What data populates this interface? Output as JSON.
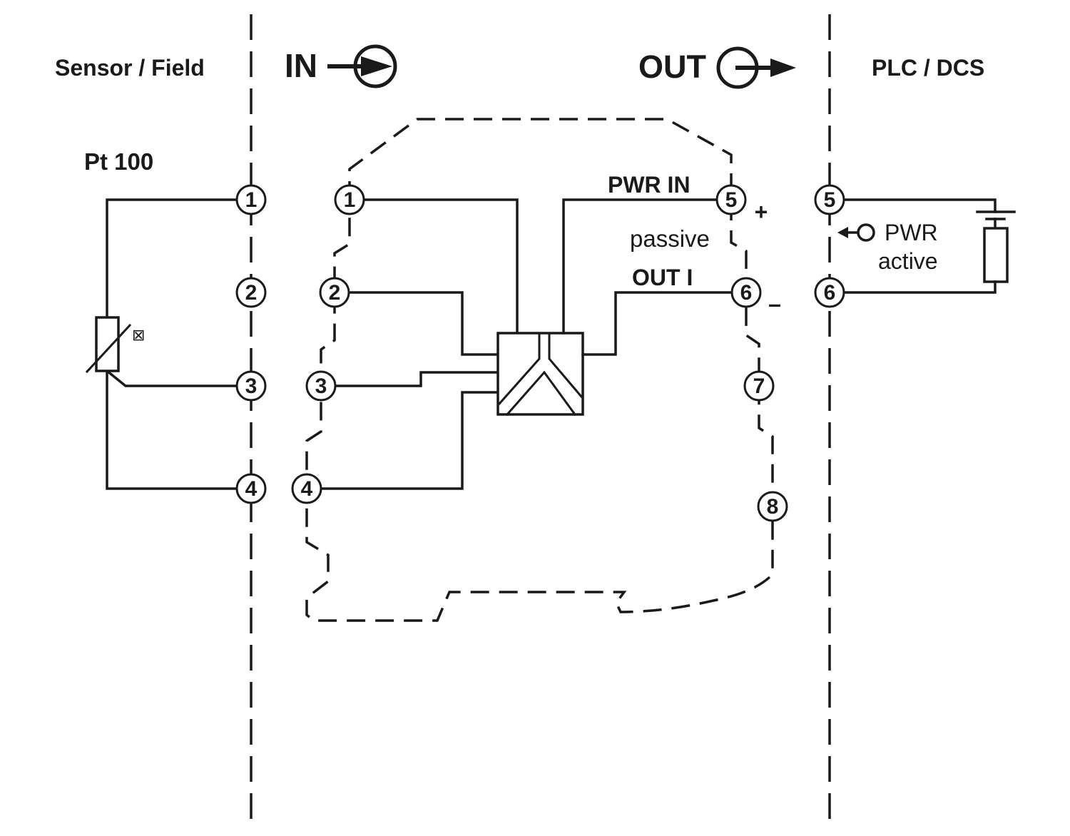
{
  "header": {
    "sensor_field": "Sensor / Field",
    "in": "IN",
    "out": "OUT",
    "plc_dcs": "PLC / DCS"
  },
  "sensor": {
    "label": "Pt 100",
    "temperature_symbol": "⊠",
    "terminals": [
      "1",
      "2",
      "3",
      "4"
    ]
  },
  "module": {
    "input_terminals": [
      "1",
      "2",
      "3",
      "4"
    ],
    "output_terminals": [
      "5",
      "6",
      "7",
      "8"
    ],
    "pwr_in": "PWR IN",
    "plus": "+",
    "passive": "passive",
    "out_i": "OUT I",
    "minus": "–"
  },
  "plc": {
    "terminals": [
      "5",
      "6"
    ],
    "pwr": "PWR",
    "active": "active"
  },
  "colors": {
    "line": "#1a1a1a",
    "background": "#ffffff"
  }
}
